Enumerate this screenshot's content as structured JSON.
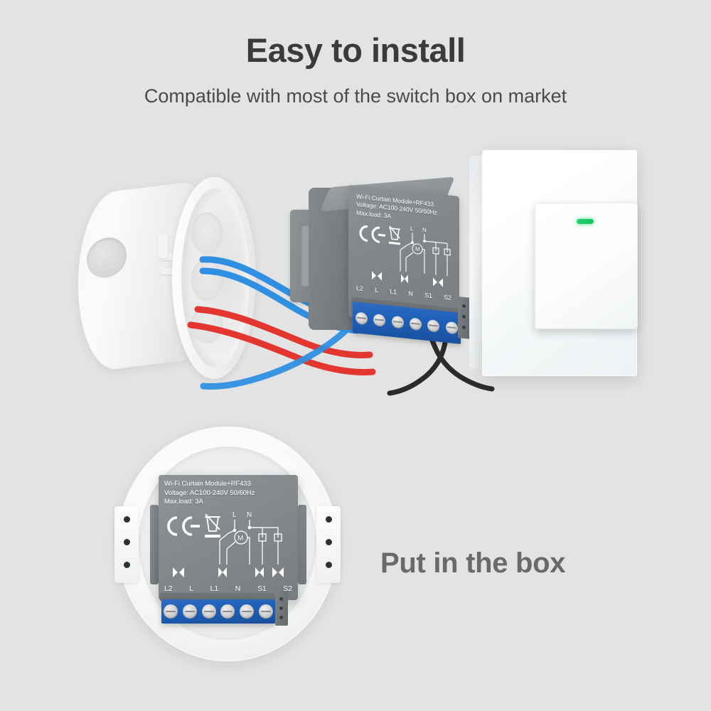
{
  "header": {
    "title": "Easy to install",
    "subtitle": "Compatible with most of the switch box on market",
    "title_color": "#3b3b3b",
    "subtitle_color": "#4a4a4a"
  },
  "background_color": "#e3e3e3",
  "scenes": {
    "install": {
      "name": "exploded-install-view",
      "wall_box_label": "round flush-mount wall junction box",
      "wires": [
        {
          "color": "#2f8fe0",
          "name": "blue-wire-1"
        },
        {
          "color": "#2f8fe0",
          "name": "blue-wire-2"
        },
        {
          "color": "#e2362f",
          "name": "red-wire-1"
        },
        {
          "color": "#e2362f",
          "name": "red-wire-2"
        },
        {
          "color": "#2b2b2b",
          "name": "black-wire-1"
        },
        {
          "color": "#2b2b2b",
          "name": "black-wire-2"
        }
      ],
      "switch_plate": {
        "name": "white-glass-wall-switch",
        "led_color": "#1fd36a",
        "rocker_count": 1
      }
    },
    "inbox": {
      "name": "module-installed-in-box-view",
      "caption": "Put in the box",
      "caption_color": "#6a6a6a"
    }
  },
  "module": {
    "name": "wifi-curtain-module",
    "body_color": "#848a8d",
    "terminal_block_color": "#1e5fb8",
    "label_lines": [
      "Wi-Fi Curtain Module+RF433",
      "Voltage: AC100-240V 50/60Hz",
      "Max.load: 3A"
    ],
    "certification_marks": [
      "CE",
      "WEEE-crossed-out-bin"
    ],
    "terminals": [
      "L2",
      "L",
      "L1",
      "N",
      "S1",
      "S2"
    ],
    "diagram": {
      "supply_labels": [
        "L",
        "N"
      ],
      "motor_symbol": "M",
      "switch_symbols": [
        "S1",
        "S2"
      ]
    },
    "terminal_count": 6
  }
}
